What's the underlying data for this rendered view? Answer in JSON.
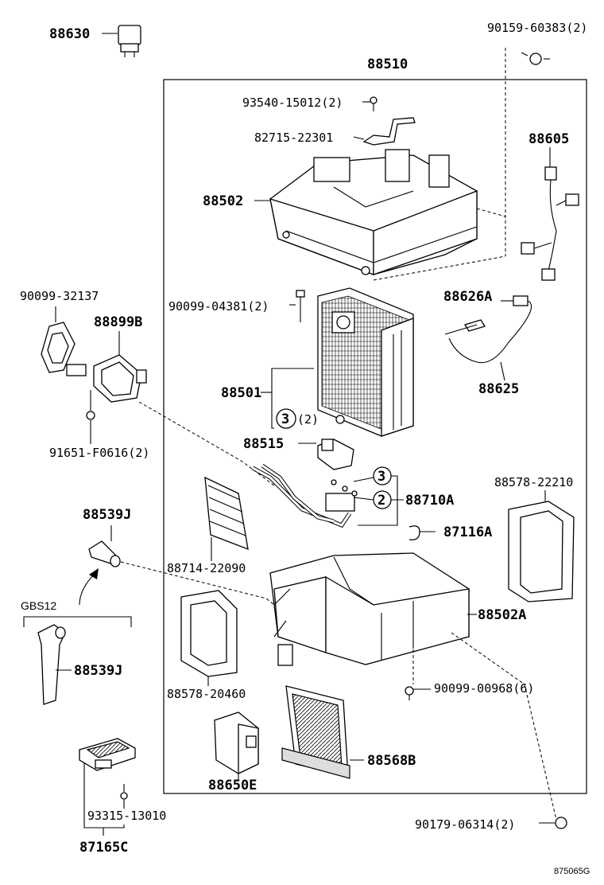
{
  "labels": {
    "p88630": "88630",
    "p90159": "90159-60383(2)",
    "p88510": "88510",
    "p93540": "93540-15012(2)",
    "p82715": "82715-22301",
    "p88605": "88605",
    "p88502": "88502",
    "p90099_32137": "90099-32137",
    "p88899B": "88899B",
    "p90099_04381": "90099-04381(2)",
    "p88626A": "88626A",
    "p88501": "88501",
    "p88625": "88625",
    "p91651": "91651-F0616(2)",
    "p3x2": "(2)",
    "p88515": "88515",
    "p88710A": "88710A",
    "p88578_22210": "88578-22210",
    "p88539J_top": "88539J",
    "p87116A": "87116A",
    "p88714": "88714-22090",
    "gbs12": "GBS12",
    "p88502A": "88502A",
    "p88539J_bot": "88539J",
    "p88578_20460": "88578-20460",
    "p90099_00968": "90099-00968(6)",
    "p88568B": "88568B",
    "p88650E": "88650E",
    "p93315": "93315-13010",
    "p90179": "90179-06314(2)",
    "p87165C": "87165C",
    "circle3": "3",
    "circle2": "2",
    "ref_code": "875065G"
  }
}
